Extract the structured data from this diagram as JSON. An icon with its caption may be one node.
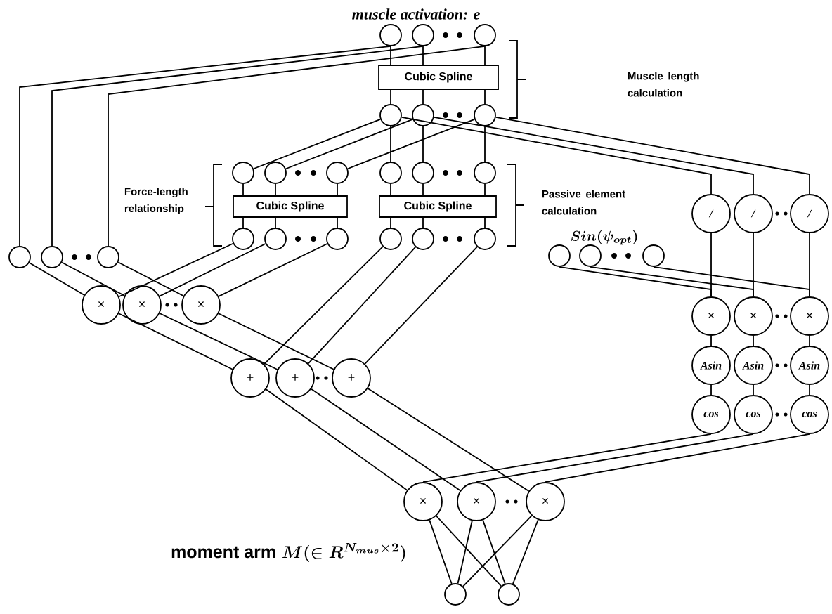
{
  "diagram": {
    "title": "muscle activation: e",
    "nodes": [
      {
        "text": [],
        "shape": "circle"
      },
      {
        "text": [],
        "shape": "circle"
      },
      {
        "text": [],
        "shape": "circle"
      },
      {
        "text": [
          "Cubic Spline"
        ]
      },
      {
        "text": [],
        "shape": "circle"
      },
      {
        "text": [],
        "shape": "circle"
      },
      {
        "text": [],
        "shape": "circle"
      },
      {
        "text": [],
        "shape": "circle"
      },
      {
        "text": [],
        "shape": "circle"
      },
      {
        "text": [],
        "shape": "circle"
      },
      {
        "text": [
          "Cubic Spline"
        ]
      },
      {
        "text": [],
        "shape": "circle"
      },
      {
        "text": [],
        "shape": "circle"
      },
      {
        "text": [],
        "shape": "circle"
      },
      {
        "text": [],
        "shape": "circle"
      },
      {
        "text": [],
        "shape": "circle"
      },
      {
        "text": [],
        "shape": "circle"
      },
      {
        "text": [
          "Cubic Spline"
        ]
      },
      {
        "text": [],
        "shape": "circle"
      },
      {
        "text": [],
        "shape": "circle"
      },
      {
        "text": [],
        "shape": "circle"
      },
      {
        "text": [
          "/"
        ]
      },
      {
        "text": [
          "/"
        ]
      },
      {
        "text": [
          "/"
        ]
      },
      {
        "text": [],
        "shape": "circle"
      },
      {
        "text": [],
        "shape": "circle"
      },
      {
        "text": [],
        "shape": "circle"
      },
      {
        "text": [],
        "shape": "circle"
      },
      {
        "text": [],
        "shape": "circle"
      },
      {
        "text": [],
        "shape": "circle"
      },
      {
        "text": [
          "×"
        ]
      },
      {
        "text": [
          "×"
        ]
      },
      {
        "text": [
          "×"
        ]
      },
      {
        "text": [
          "+"
        ]
      },
      {
        "text": [
          "+"
        ]
      },
      {
        "text": [
          "+"
        ]
      },
      {
        "text": [
          "×"
        ]
      },
      {
        "text": [
          "×"
        ]
      },
      {
        "text": [
          "×"
        ]
      },
      {
        "text": [
          "Asin"
        ]
      },
      {
        "text": [
          "Asin"
        ]
      },
      {
        "text": [
          "Asin"
        ]
      },
      {
        "text": [
          "cos"
        ]
      },
      {
        "text": [
          "cos"
        ]
      },
      {
        "text": [
          "cos"
        ]
      },
      {
        "text": [
          "×"
        ]
      },
      {
        "text": [
          "×"
        ]
      },
      {
        "text": [
          "×"
        ]
      },
      {
        "text": [],
        "shape": "circle"
      },
      {
        "text": [],
        "shape": "circle"
      }
    ],
    "edges": [
      {
        "from": 0,
        "to": 3,
        "arrow": "none"
      },
      {
        "from": 1,
        "to": 3,
        "arrow": "none"
      },
      {
        "from": 2,
        "to": 3,
        "arrow": "none"
      },
      {
        "from": 3,
        "to": 4,
        "arrow": "none"
      },
      {
        "from": 3,
        "to": 5,
        "arrow": "none"
      },
      {
        "from": 3,
        "to": 6,
        "arrow": "none"
      },
      {
        "from": 0,
        "to": 24,
        "arrow": "none"
      },
      {
        "from": 1,
        "to": 25,
        "arrow": "none"
      },
      {
        "from": 2,
        "to": 26,
        "arrow": "none"
      },
      {
        "from": 4,
        "to": 7,
        "arrow": "none"
      },
      {
        "from": 5,
        "to": 8,
        "arrow": "none"
      },
      {
        "from": 6,
        "to": 9,
        "arrow": "none"
      },
      {
        "from": 4,
        "to": 14,
        "arrow": "none"
      },
      {
        "from": 5,
        "to": 15,
        "arrow": "none"
      },
      {
        "from": 6,
        "to": 16,
        "arrow": "none"
      },
      {
        "from": 4,
        "to": 21,
        "arrow": "none"
      },
      {
        "from": 5,
        "to": 22,
        "arrow": "none"
      },
      {
        "from": 6,
        "to": 23,
        "arrow": "none"
      },
      {
        "from": 7,
        "to": 10,
        "arrow": "none"
      },
      {
        "from": 8,
        "to": 10,
        "arrow": "none"
      },
      {
        "from": 9,
        "to": 10,
        "arrow": "none"
      },
      {
        "from": 10,
        "to": 11,
        "arrow": "none"
      },
      {
        "from": 10,
        "to": 12,
        "arrow": "none"
      },
      {
        "from": 10,
        "to": 13,
        "arrow": "none"
      },
      {
        "from": 14,
        "to": 17,
        "arrow": "none"
      },
      {
        "from": 15,
        "to": 17,
        "arrow": "none"
      },
      {
        "from": 16,
        "to": 17,
        "arrow": "none"
      },
      {
        "from": 17,
        "to": 18,
        "arrow": "none"
      },
      {
        "from": 17,
        "to": 19,
        "arrow": "none"
      },
      {
        "from": 17,
        "to": 20,
        "arrow": "none"
      },
      {
        "from": 24,
        "to": 30,
        "arrow": "none"
      },
      {
        "from": 25,
        "to": 31,
        "arrow": "none"
      },
      {
        "from": 26,
        "to": 32,
        "arrow": "none"
      },
      {
        "from": 11,
        "to": 30,
        "arrow": "none"
      },
      {
        "from": 12,
        "to": 31,
        "arrow": "none"
      },
      {
        "from": 13,
        "to": 32,
        "arrow": "none"
      },
      {
        "from": 30,
        "to": 33,
        "arrow": "none"
      },
      {
        "from": 31,
        "to": 34,
        "arrow": "none"
      },
      {
        "from": 32,
        "to": 35,
        "arrow": "none"
      },
      {
        "from": 18,
        "to": 33,
        "arrow": "none"
      },
      {
        "from": 19,
        "to": 34,
        "arrow": "none"
      },
      {
        "from": 20,
        "to": 35,
        "arrow": "none"
      },
      {
        "from": 21,
        "to": 36,
        "arrow": "none"
      },
      {
        "from": 22,
        "to": 37,
        "arrow": "none"
      },
      {
        "from": 23,
        "to": 38,
        "arrow": "none"
      },
      {
        "from": 27,
        "to": 36,
        "arrow": "none"
      },
      {
        "from": 28,
        "to": 37,
        "arrow": "none"
      },
      {
        "from": 29,
        "to": 38,
        "arrow": "none"
      },
      {
        "from": 36,
        "to": 39,
        "arrow": "none"
      },
      {
        "from": 37,
        "to": 40,
        "arrow": "none"
      },
      {
        "from": 38,
        "to": 41,
        "arrow": "none"
      },
      {
        "from": 39,
        "to": 42,
        "arrow": "none"
      },
      {
        "from": 40,
        "to": 43,
        "arrow": "none"
      },
      {
        "from": 41,
        "to": 44,
        "arrow": "none"
      },
      {
        "from": 33,
        "to": 45,
        "arrow": "none"
      },
      {
        "from": 34,
        "to": 46,
        "arrow": "none"
      },
      {
        "from": 35,
        "to": 47,
        "arrow": "none"
      },
      {
        "from": 42,
        "to": 45,
        "arrow": "none"
      },
      {
        "from": 43,
        "to": 46,
        "arrow": "none"
      },
      {
        "from": 44,
        "to": 47,
        "arrow": "none"
      },
      {
        "from": 45,
        "to": 48,
        "arrow": "none"
      },
      {
        "from": 45,
        "to": 49,
        "arrow": "none"
      },
      {
        "from": 46,
        "to": 48,
        "arrow": "none"
      },
      {
        "from": 46,
        "to": 49,
        "arrow": "none"
      },
      {
        "from": 47,
        "to": 48,
        "arrow": "none"
      },
      {
        "from": 47,
        "to": 49,
        "arrow": "none"
      }
    ],
    "labels": [
      "Muscle length calculation",
      "Force-length relationship",
      "Passive element calculation",
      "Sin(\\psi_{opt})",
      "moment arm",
      "M(\\in R^{N_{mus}\\times 2})"
    ]
  }
}
